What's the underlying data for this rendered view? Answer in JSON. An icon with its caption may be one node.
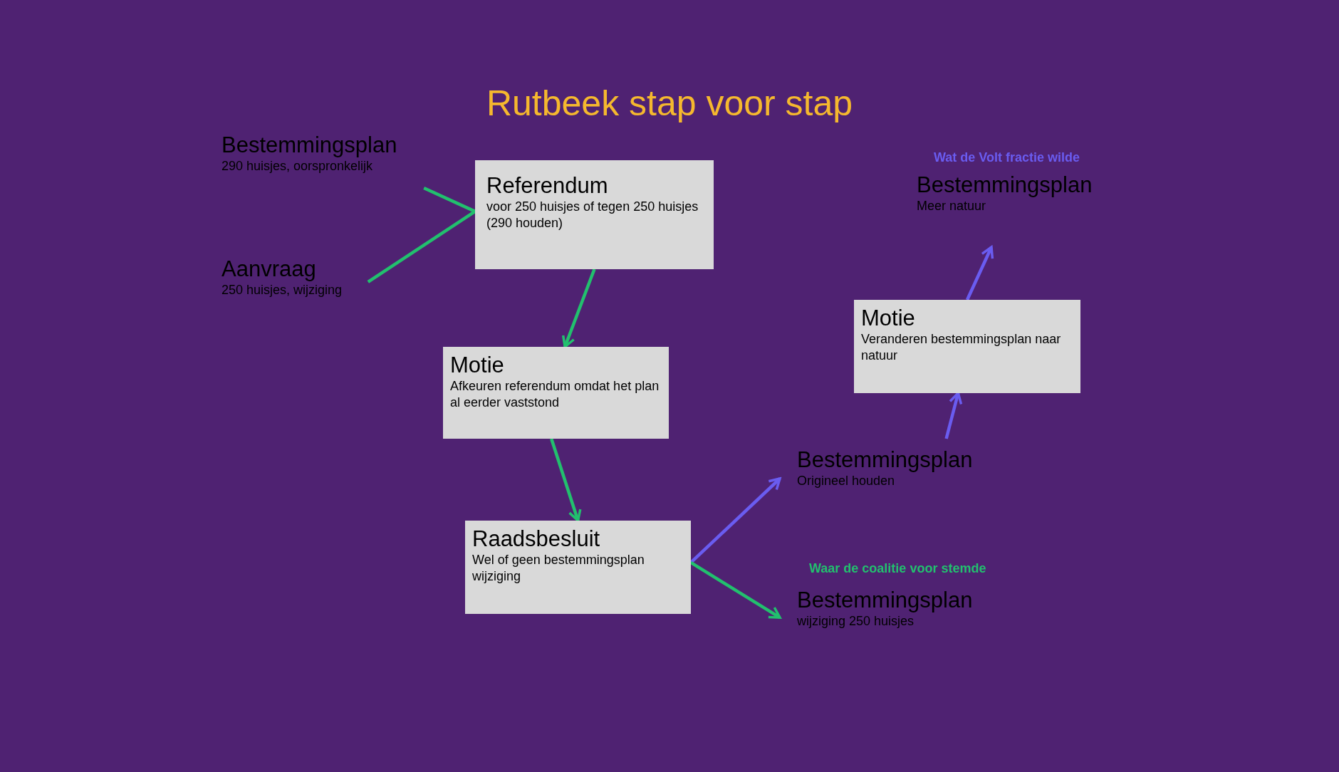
{
  "diagram": {
    "title": "Rutbeek stap voor stap",
    "nodes": [
      {
        "text": [
          "Bestemmingsplan",
          "290 huisjes, oorspronkelijk"
        ]
      },
      {
        "text": [
          "Aanvraag",
          "250 huisjes, wijziging"
        ]
      },
      {
        "text": [
          "Referendum",
          "voor 250 huisjes of tegen 250 huisjes (290 houden)"
        ]
      },
      {
        "text": [
          "Motie",
          "Afkeuren referendum omdat het plan al eerder vaststond"
        ]
      },
      {
        "text": [
          "Raadsbesluit",
          "Wel of geen bestemmingsplan wijziging"
        ]
      },
      {
        "text": [
          "Bestemmingsplan",
          "Origineel houden"
        ]
      },
      {
        "text": [
          "Bestemmingsplan",
          "wijziging 250 huisjes"
        ],
        "beside": [
          "Waar de coalitie voor stemde"
        ]
      },
      {
        "text": [
          "Motie",
          "Veranderen bestemmingsplan naar natuur"
        ]
      },
      {
        "text": [
          "Bestemmingsplan",
          "Meer natuur"
        ],
        "beside": [
          "Wat de Volt fractie wilde"
        ]
      }
    ],
    "edges": [
      {
        "from": 0,
        "to": 2,
        "arrow": "none"
      },
      {
        "from": 1,
        "to": 2,
        "arrow": "none"
      },
      {
        "from": 2,
        "to": 3,
        "arrow": "to"
      },
      {
        "from": 3,
        "to": 4,
        "arrow": "to"
      },
      {
        "from": 4,
        "to": 5,
        "arrow": "to",
        "color": "#6a5cf0"
      },
      {
        "from": 4,
        "to": 6,
        "arrow": "to"
      },
      {
        "from": 5,
        "to": 7,
        "arrow": "to",
        "color": "#6a5cf0"
      },
      {
        "from": 7,
        "to": 8,
        "arrow": "to",
        "color": "#6a5cf0"
      }
    ]
  }
}
